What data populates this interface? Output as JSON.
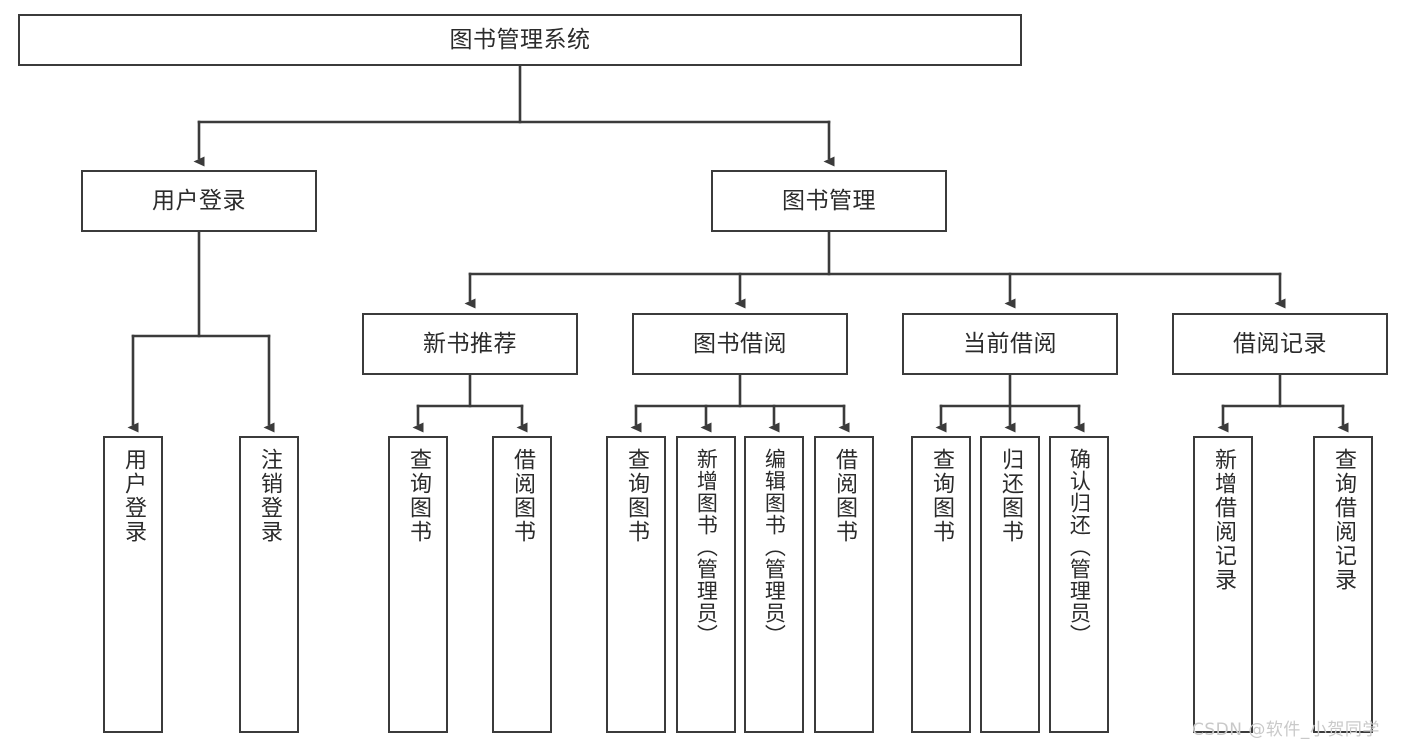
{
  "diagram": {
    "title": "图书管理系统",
    "type": "tree-hierarchy-chart",
    "watermark": "CSDN @软件_小贺同学",
    "colors": {
      "border": "#3b3b3b",
      "background": "#ffffff",
      "text": "#2b2b2b",
      "edge": "#3b3b3b",
      "watermark": "#c9c9c9"
    },
    "nodes": {
      "root": {
        "label": "图书管理系统"
      },
      "level2": [
        {
          "id": "user-login",
          "label": "用户登录"
        },
        {
          "id": "book-manage",
          "label": "图书管理"
        }
      ],
      "level3": [
        {
          "id": "new-book-rec",
          "label": "新书推荐"
        },
        {
          "id": "book-borrow",
          "label": "图书借阅"
        },
        {
          "id": "current-borrow",
          "label": "当前借阅"
        },
        {
          "id": "borrow-record",
          "label": "借阅记录"
        }
      ],
      "leaves": {
        "user_login": [
          {
            "id": "leaf-user-login",
            "label": "用户登录"
          },
          {
            "id": "leaf-logout",
            "label": "注销登录"
          }
        ],
        "new_book_rec": [
          {
            "id": "leaf-query-book-1",
            "label": "查询图书"
          },
          {
            "id": "leaf-borrow-book-1",
            "label": "借阅图书"
          }
        ],
        "book_borrow": [
          {
            "id": "leaf-query-book-2",
            "label": "查询图书"
          },
          {
            "id": "leaf-add-book",
            "label": "新增图书（管理员）"
          },
          {
            "id": "leaf-edit-book",
            "label": "编辑图书（管理员）"
          },
          {
            "id": "leaf-borrow-book-2",
            "label": "借阅图书"
          }
        ],
        "current_borrow": [
          {
            "id": "leaf-query-book-3",
            "label": "查询图书"
          },
          {
            "id": "leaf-return-book",
            "label": "归还图书"
          },
          {
            "id": "leaf-confirm-return",
            "label": "确认归还（管理员）"
          }
        ],
        "borrow_record": [
          {
            "id": "leaf-add-record",
            "label": "新增借阅记录"
          },
          {
            "id": "leaf-query-record",
            "label": "查询借阅记录"
          }
        ]
      }
    }
  }
}
